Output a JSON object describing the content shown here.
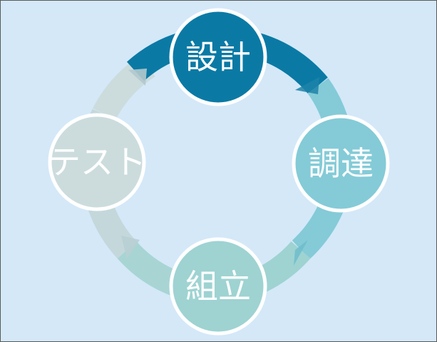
{
  "diagram": {
    "type": "cycle",
    "stages": [
      {
        "id": "design",
        "label": "設計",
        "color": "#0a7aa5"
      },
      {
        "id": "procure",
        "label": "調達",
        "color": "#84cbd7"
      },
      {
        "id": "assemble",
        "label": "組立",
        "color": "#9ed3d2"
      },
      {
        "id": "test",
        "label": "テスト",
        "color": "#ccdcdd"
      }
    ],
    "background_color": "#d4e8f8",
    "node_border_color": "#ffffff"
  }
}
